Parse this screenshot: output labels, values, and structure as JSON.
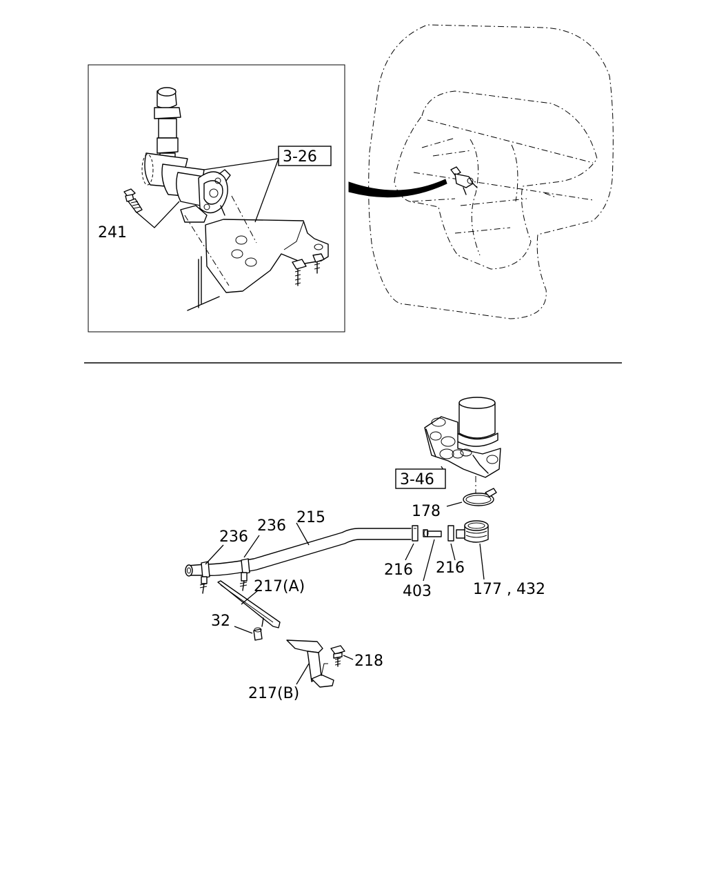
{
  "refs": {
    "ref_326": "3-26",
    "ref_346": "3-46"
  },
  "labels": {
    "p241": "241",
    "p178": "178",
    "p215": "215",
    "p236a": "236",
    "p236b": "236",
    "p216a": "216",
    "p216b": "216",
    "p403": "403",
    "p177_432": "177 , 432",
    "p217a": "217(A)",
    "p32": "32",
    "p218": "218",
    "p217b": "217(B)"
  }
}
